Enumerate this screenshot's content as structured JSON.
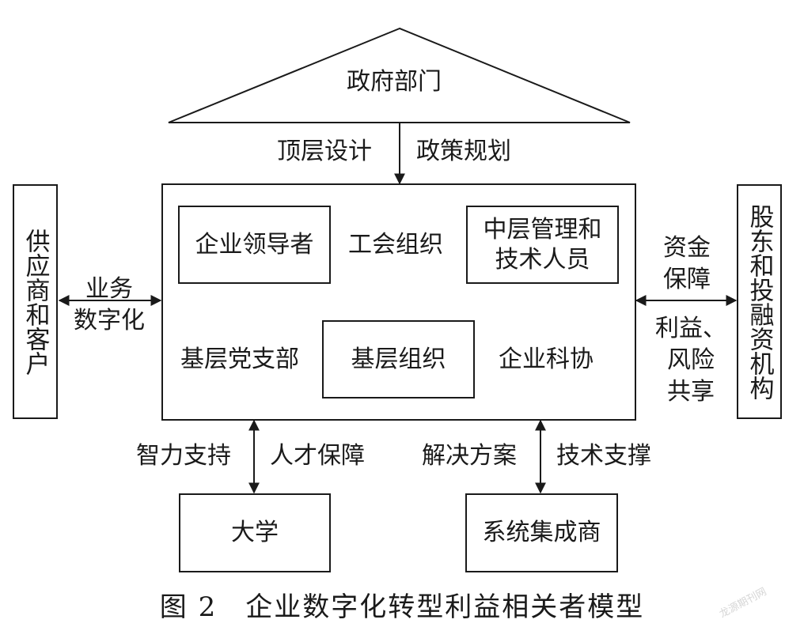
{
  "government": {
    "label": "政府部门"
  },
  "top_arrow": {
    "left_label": "顶层设计",
    "right_label": "政策规划"
  },
  "enterprise": {
    "leader": "企业领导者",
    "union": "工会组织",
    "middle_mgmt": "中层管理和\n技术人员",
    "party_branch": "基层党支部",
    "grassroots": "基层组织",
    "sci_assoc": "企业科协"
  },
  "left_entity": {
    "label": "供应商和客户"
  },
  "left_arrow": {
    "label": "业务\n数字化"
  },
  "right_entity": {
    "label": "股东和投融资机构"
  },
  "right_arrow": {
    "top_label": "资金\n保障",
    "bottom_label": "利益、\n风险\n共享"
  },
  "bottom_left": {
    "label": "大学",
    "arrow_left_label": "智力支持",
    "arrow_right_label": "人才保障"
  },
  "bottom_right": {
    "label": "系统集成商",
    "arrow_left_label": "解决方案",
    "arrow_right_label": "技术支撑"
  },
  "caption": "图 2　企业数字化转型利益相关者模型",
  "watermark": "龙源期刊网",
  "colors": {
    "line": "#1a1a1a",
    "background": "#ffffff",
    "watermark": "#d6d6d6"
  }
}
